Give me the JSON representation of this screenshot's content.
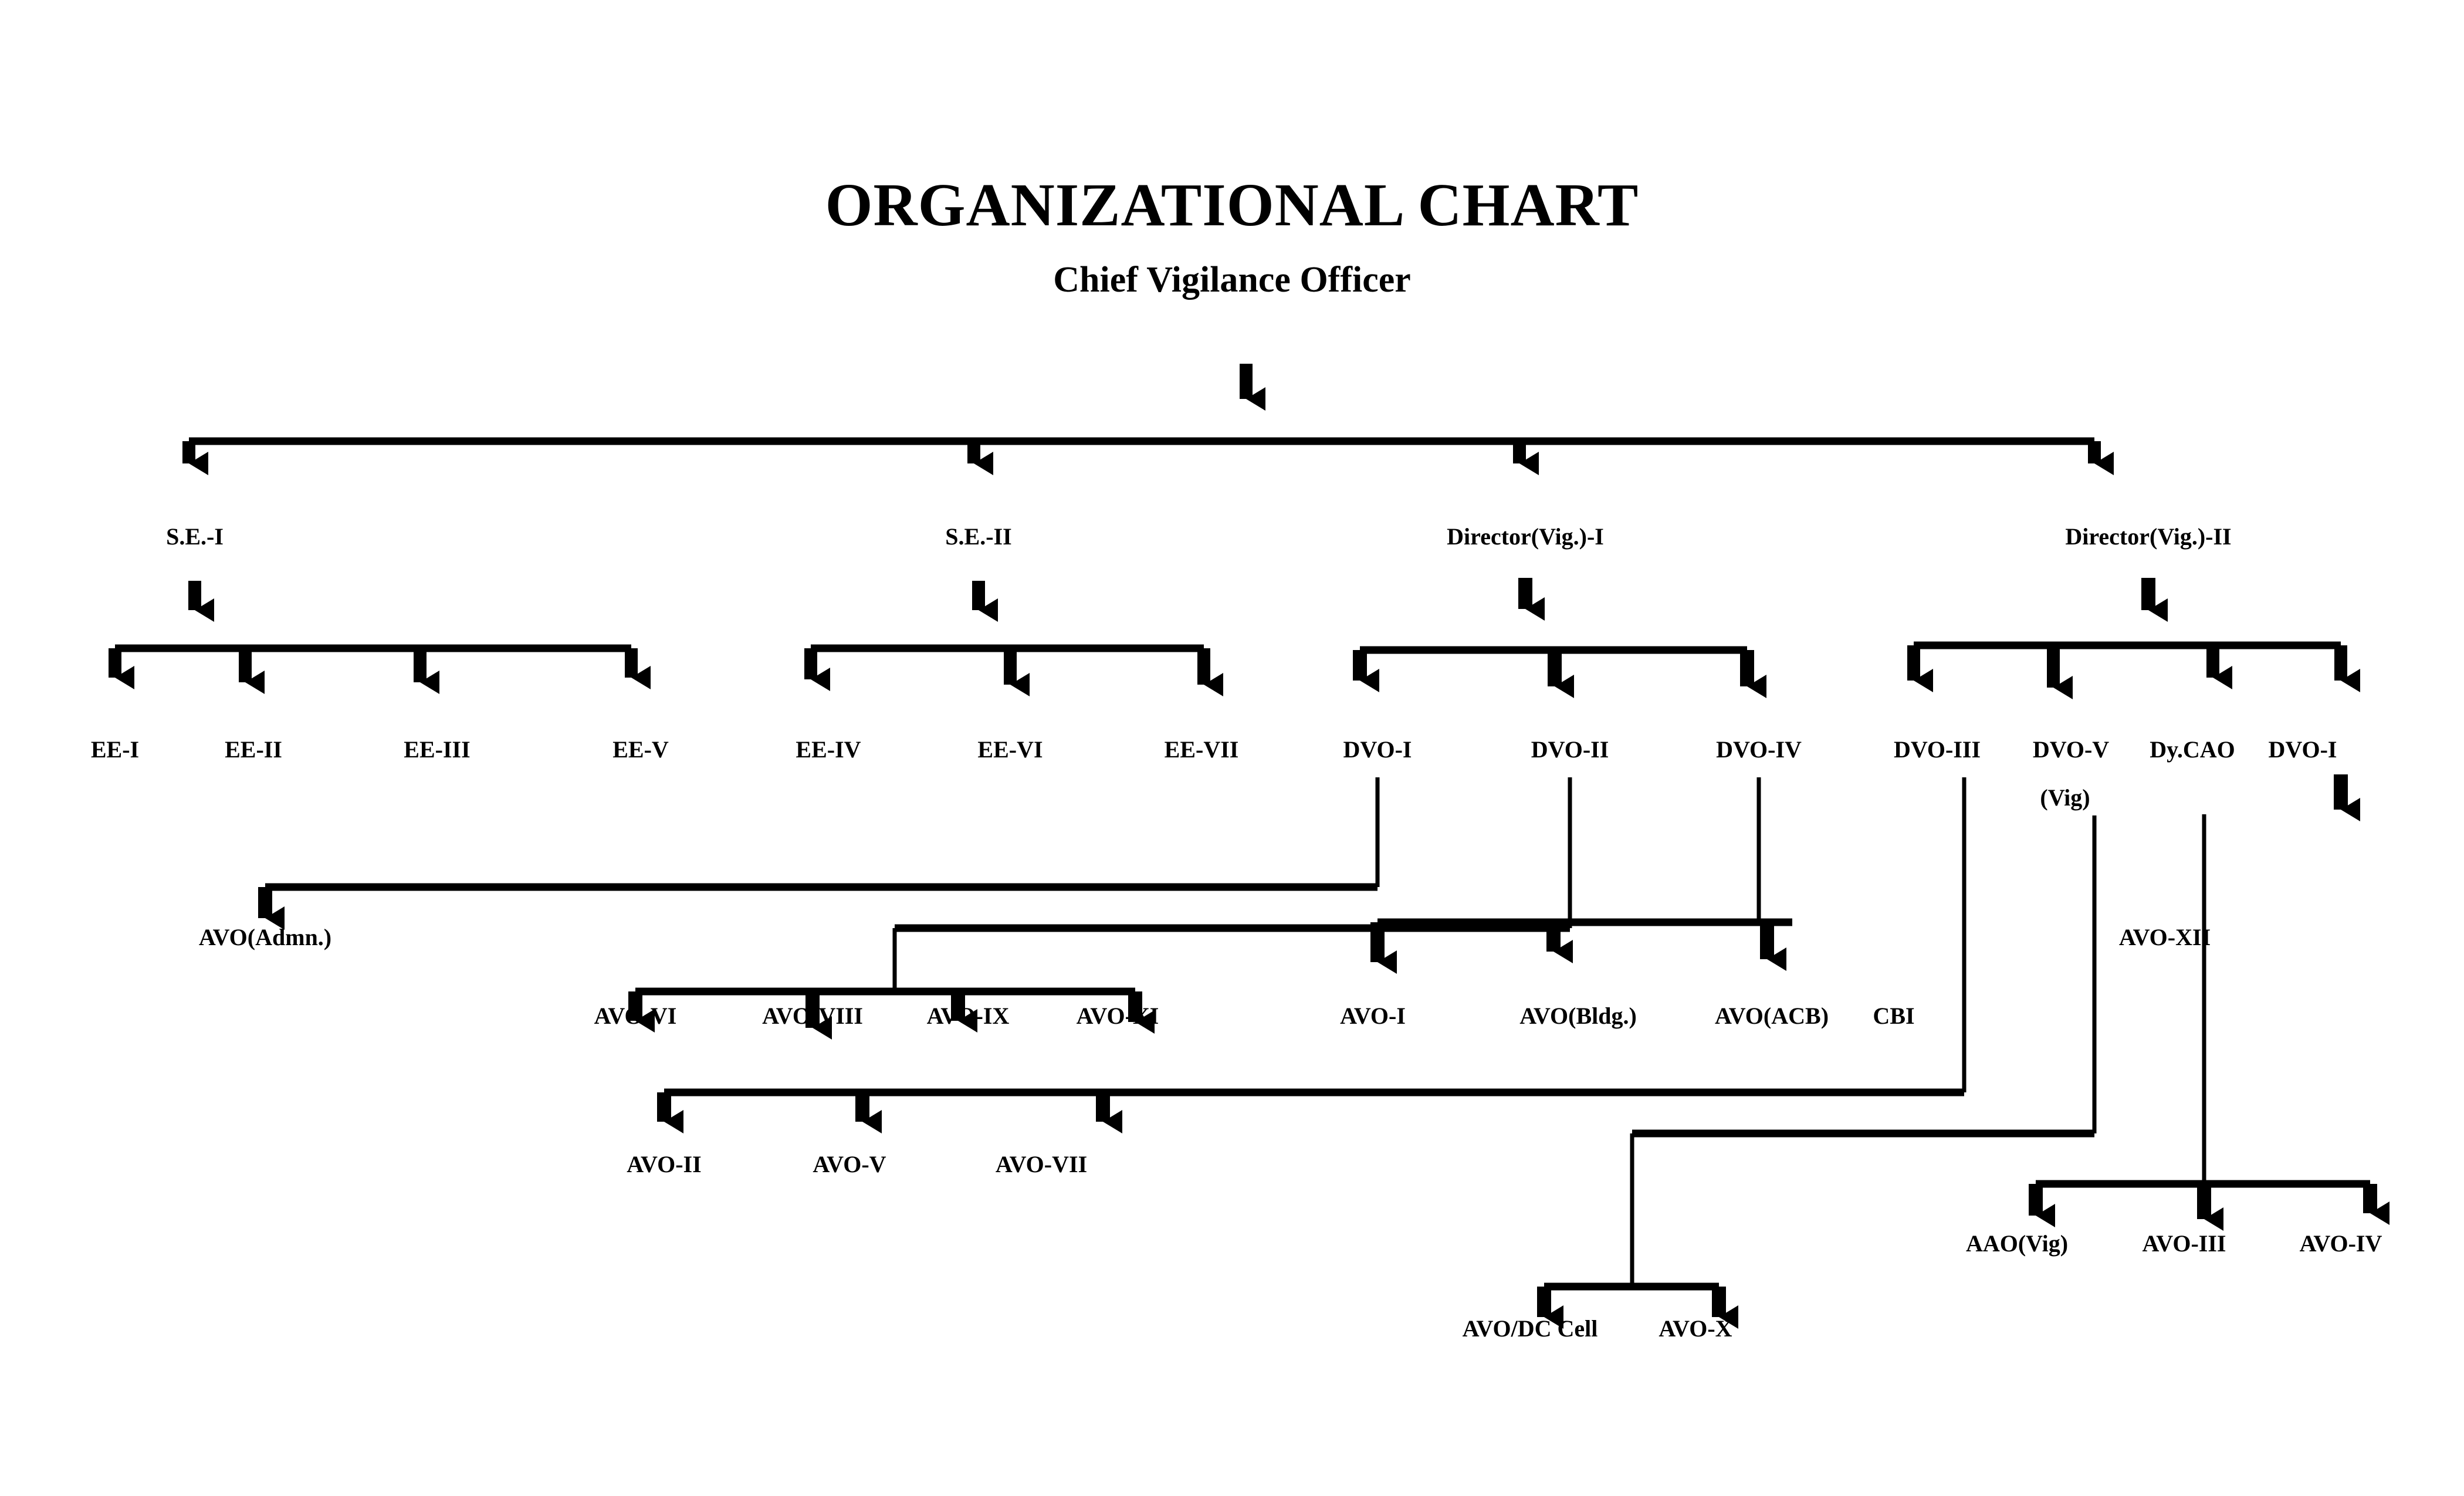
{
  "title": {
    "main": "ORGANIZATIONAL CHART",
    "sub": "Chief Vigilance Officer"
  },
  "colors": {
    "ink": "#000000",
    "background": "#ffffff"
  },
  "chart_data": {
    "type": "diagram",
    "diagram_kind": "organizational-chart",
    "title": "ORGANIZATIONAL CHART",
    "subtitle": "Chief Vigilance Officer",
    "root": "Chief Vigilance Officer",
    "levels": [
      [
        "S.E.-I",
        "S.E.-II",
        "Director(Vig.)-I",
        "Director(Vig.)-II"
      ],
      [
        "EE-I",
        "EE-II",
        "EE-III",
        "EE-V",
        "EE-IV",
        "EE-VI",
        "EE-VII",
        "DVO-I",
        "DVO-II",
        "DVO-IV",
        "DVO-III",
        "DVO-V (Vig)",
        "Dy.CAO",
        "DVO-I"
      ],
      [
        "AVO(Admn.)",
        "AVO-VI",
        "AVO-VIII",
        "AVO-IX",
        "AVO-XI",
        "AVO-I",
        "AVO(Bldg.)",
        "AVO(ACB)",
        "CBI",
        "AVO-XII"
      ],
      [
        "AVO-II",
        "AVO-V",
        "AVO-VII",
        "AVO/DC Cell",
        "AVO-X",
        "AAO(Vig)",
        "AVO-III",
        "AVO-IV"
      ]
    ],
    "edges": [
      {
        "from": "Chief Vigilance Officer",
        "to": "S.E.-I"
      },
      {
        "from": "Chief Vigilance Officer",
        "to": "S.E.-II"
      },
      {
        "from": "Chief Vigilance Officer",
        "to": "Director(Vig.)-I"
      },
      {
        "from": "Chief Vigilance Officer",
        "to": "Director(Vig.)-II"
      },
      {
        "from": "S.E.-I",
        "to": "EE-I"
      },
      {
        "from": "S.E.-I",
        "to": "EE-II"
      },
      {
        "from": "S.E.-I",
        "to": "EE-III"
      },
      {
        "from": "S.E.-I",
        "to": "EE-V"
      },
      {
        "from": "S.E.-II",
        "to": "EE-IV"
      },
      {
        "from": "S.E.-II",
        "to": "EE-VI"
      },
      {
        "from": "S.E.-II",
        "to": "EE-VII"
      },
      {
        "from": "Director(Vig.)-I",
        "to": "DVO-I"
      },
      {
        "from": "Director(Vig.)-I",
        "to": "DVO-II"
      },
      {
        "from": "Director(Vig.)-I",
        "to": "DVO-IV"
      },
      {
        "from": "Director(Vig.)-II",
        "to": "DVO-III"
      },
      {
        "from": "Director(Vig.)-II",
        "to": "DVO-V (Vig)"
      },
      {
        "from": "Director(Vig.)-II",
        "to": "Dy.CAO"
      },
      {
        "from": "Director(Vig.)-II",
        "to": "DVO-I"
      },
      {
        "from": "DVO-I",
        "to": "AVO(Admn.)"
      },
      {
        "from": "DVO-II",
        "to": "AVO-VI"
      },
      {
        "from": "DVO-II",
        "to": "AVO-VIII"
      },
      {
        "from": "DVO-II",
        "to": "AVO-IX"
      },
      {
        "from": "DVO-II",
        "to": "AVO-XI"
      },
      {
        "from": "DVO-IV",
        "to": "AVO-I"
      },
      {
        "from": "DVO-IV",
        "to": "AVO(Bldg.)"
      },
      {
        "from": "DVO-IV",
        "to": "AVO(ACB)"
      },
      {
        "from": "DVO-III",
        "to": "AVO-II"
      },
      {
        "from": "DVO-III",
        "to": "AVO-V"
      },
      {
        "from": "DVO-III",
        "to": "AVO-VII"
      },
      {
        "from": "DVO-V (Vig)",
        "to": "AVO/DC Cell"
      },
      {
        "from": "DVO-V (Vig)",
        "to": "AVO-X"
      },
      {
        "from": "Dy.CAO",
        "to": "AAO(Vig)"
      },
      {
        "from": "Dy.CAO",
        "to": "AVO-III"
      },
      {
        "from": "Dy.CAO",
        "to": "AVO-IV"
      },
      {
        "from": "DVO-I",
        "to": "AVO-XII"
      }
    ]
  },
  "nodes": {
    "se_1": "S.E.-I",
    "se_2": "S.E.-II",
    "dir_vig_1": "Director(Vig.)-I",
    "dir_vig_2": "Director(Vig.)-II",
    "ee_1": "EE-I",
    "ee_2": "EE-II",
    "ee_3": "EE-III",
    "ee_5": "EE-V",
    "ee_4": "EE-IV",
    "ee_6": "EE-VI",
    "ee_7": "EE-VII",
    "dvo_1": "DVO-I",
    "dvo_2": "DVO-II",
    "dvo_4": "DVO-IV",
    "dvo_3": "DVO-III",
    "dvo_5": "DVO-V",
    "dvo_5_vig": "(Vig)",
    "dy_cao": "Dy.CAO",
    "dvo_1b": "DVO-I",
    "avo_admn": "AVO(Admn.)",
    "avo_6": "AVO-VI",
    "avo_8": "AVO-VIII",
    "avo_9": "AVO-IX",
    "avo_11": "AVO-XI",
    "avo_i": "AVO-I",
    "avo_bldg": "AVO(Bldg.)",
    "avo_acb": "AVO(ACB)",
    "cbi": "CBI",
    "avo_12": "AVO-XII",
    "avo_2": "AVO-II",
    "avo_5": "AVO-V",
    "avo_7": "AVO-VII",
    "avo_dc_cell": "AVO/DC Cell",
    "avo_10": "AVO-X",
    "aao_vig": "AAO(Vig)",
    "avo_3": "AVO-III",
    "avo_4": "AVO-IV"
  }
}
